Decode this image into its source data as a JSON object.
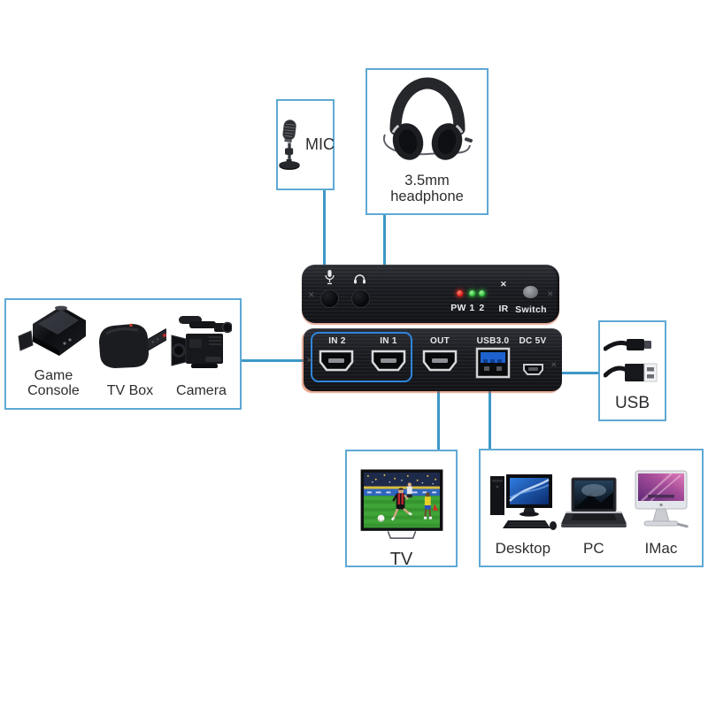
{
  "colors": {
    "box_border": "#5ea9d4",
    "connector_line": "#3d98c6",
    "device_in_outline": "#2e86dc",
    "usb_port_blue": "#1e62d0",
    "led_red": "#e31512",
    "led_green": "#23b934",
    "device_body": "#1b1c21"
  },
  "peripherals": {
    "mic": {
      "label": "MIC",
      "icon": "microphone-icon"
    },
    "headphone": {
      "label": "3.5mm headphone",
      "icon": "headphones-icon"
    },
    "sources": {
      "items": [
        {
          "label": "Game Console",
          "icon": "game-console-icon"
        },
        {
          "label": "TV Box",
          "icon": "tv-box-icon"
        },
        {
          "label": "Camera",
          "icon": "camcorder-icon"
        }
      ]
    },
    "usb": {
      "label": "USB",
      "icon": "usb-cable-icon"
    },
    "tv": {
      "label": "TV",
      "icon": "tv-icon"
    },
    "computers": {
      "items": [
        {
          "label": "Desktop",
          "icon": "desktop-computer-icon"
        },
        {
          "label": "PC",
          "icon": "laptop-icon"
        },
        {
          "label": "IMac",
          "icon": "imac-icon"
        }
      ]
    }
  },
  "device": {
    "icons": {
      "screw": "✕",
      "ir_receiver": "✕"
    },
    "rear_panel": {
      "mic_jack_icon": "microphone-jack-icon",
      "headphone_jack_icon": "headphone-jack-icon",
      "pw_label": "PW",
      "led1_label": "1",
      "led2_label": "2",
      "ir_label": "IR",
      "switch_label": "Switch"
    },
    "front_panel": {
      "ports": [
        {
          "label": "IN 2",
          "type": "hdmi"
        },
        {
          "label": "IN 1",
          "type": "hdmi"
        },
        {
          "label": "OUT",
          "type": "hdmi"
        },
        {
          "label": "USB3.0",
          "type": "usb-a"
        },
        {
          "label": "DC 5V",
          "type": "mini-usb"
        }
      ]
    }
  }
}
